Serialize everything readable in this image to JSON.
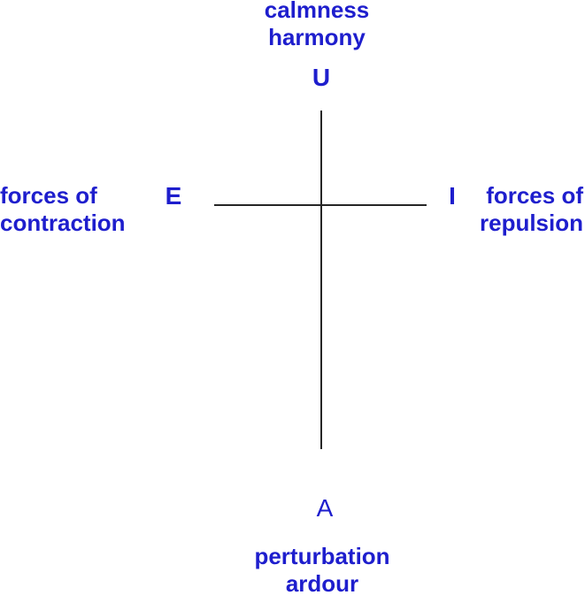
{
  "diagram": {
    "description": "semantic cross diagram of vowel qualities",
    "top_pole": {
      "line1": "calmness",
      "line2": "harmony",
      "letter": "U"
    },
    "left_pole": {
      "line1": "forces of",
      "line2": "contraction",
      "letter": "E"
    },
    "right_pole": {
      "line1": "forces of",
      "line2": "repulsion",
      "letter": "I"
    },
    "bottom_pole": {
      "line1": "perturbation",
      "line2": "ardour",
      "letter": "A"
    },
    "colors": {
      "label_text": "#1e1ecd",
      "axis_line": "#262626",
      "background": "#ffffff"
    }
  }
}
